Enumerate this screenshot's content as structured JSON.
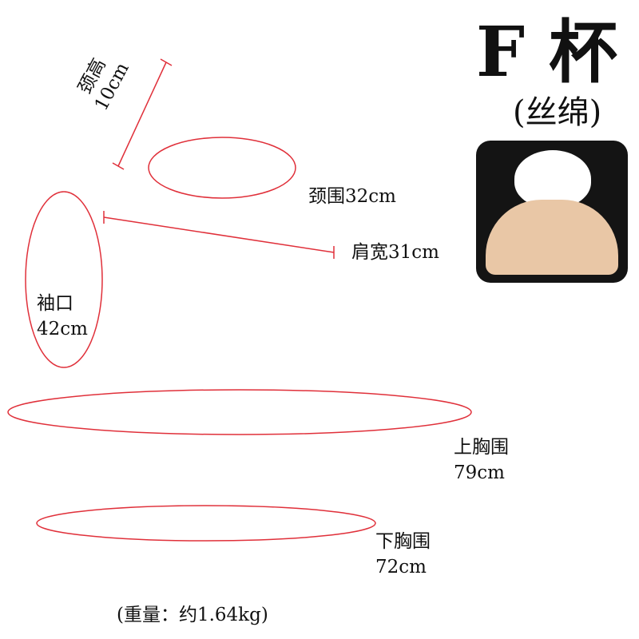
{
  "title": {
    "cup": "F 杯",
    "material": "(丝绵)"
  },
  "measurements": {
    "neck_height_label": "颈高",
    "neck_height_value": "10cm",
    "neck_circumference": "颈围32cm",
    "shoulder_width": "肩宽31cm",
    "armhole_label": "袖口",
    "armhole_value": "42cm",
    "upper_bust_label": "上胸围",
    "upper_bust_value": "79cm",
    "under_bust_label": "下胸围",
    "under_bust_value": "72cm"
  },
  "weight_note": "(重量：约1.64kg)",
  "colors": {
    "guide_line": "#e0303a",
    "text": "#111111",
    "inset_background": "#141414",
    "filling": "#ffffff",
    "cup": "#e9c7a6"
  }
}
